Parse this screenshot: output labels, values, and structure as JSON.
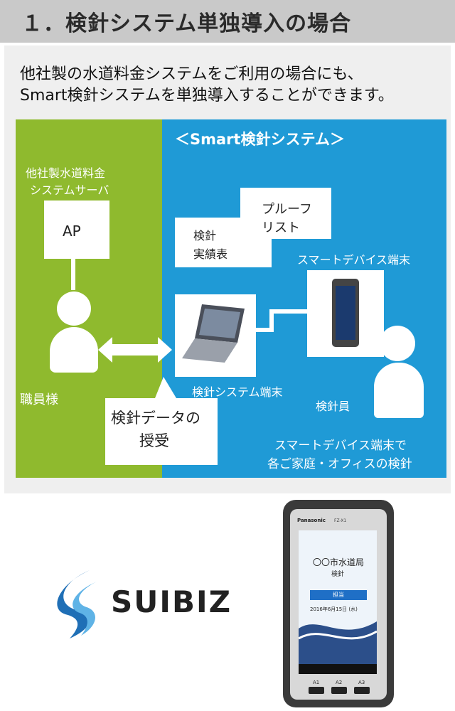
{
  "header": {
    "title": "１．検針システム単独導入の場合"
  },
  "intro": {
    "line1": "他社製の水道料金システムをご利用の場合にも、",
    "line2": "Smart検針システムを単独導入することができます。"
  },
  "diagram": {
    "system_title": "＜Smart検針システム＞",
    "server_label_line1": "他社製水道料金",
    "server_label_line2": "システムサーバ",
    "ap_label": "AP",
    "staff_label": "職員様",
    "exchange_line1": "検針データの",
    "exchange_line2": "授受",
    "report_line1": "検針",
    "report_line2": "実績表",
    "proof_line1": "プルーフ",
    "proof_line2": "リスト",
    "smart_device_label": "スマートデバイス端末",
    "terminal_label": "検針システム端末",
    "inspector_label": "検針員",
    "bottom_line1": "スマートデバイス端末で",
    "bottom_line2": "各ご家庭・オフィスの検針",
    "colors": {
      "green": "#8fba2e",
      "blue": "#1f9ad6"
    }
  },
  "logo": {
    "text": "SUIBIZ",
    "accent": "#1f9ad6"
  },
  "phone": {
    "brand": "Panasonic",
    "model": "FZ-X1",
    "screen_title": "〇〇市水道局",
    "screen_subtitle": "検針",
    "screen_button": "担当",
    "screen_date": "2016年6月15日 (水)",
    "keys": [
      "A1",
      "A2",
      "A3"
    ]
  }
}
